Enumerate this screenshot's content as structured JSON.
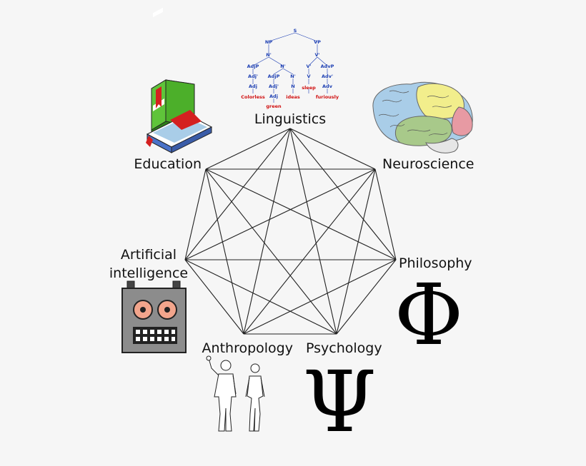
{
  "disciplines": [
    {
      "id": "linguistics",
      "label": "Linguistics"
    },
    {
      "id": "neuroscience",
      "label": "Neuroscience"
    },
    {
      "id": "philosophy",
      "label": "Philosophy"
    },
    {
      "id": "psychology",
      "label": "Psychology"
    },
    {
      "id": "anthropology",
      "label": "Anthropology"
    },
    {
      "id": "ai",
      "label_line1": "Artificial",
      "label_line2": "intelligence"
    },
    {
      "id": "education",
      "label": "Education"
    }
  ],
  "syntax_tree": {
    "nodes": [
      "S",
      "NP",
      "VP",
      "N'",
      "V'",
      "AdjP",
      "N'",
      "V'",
      "AdvP",
      "Adj'",
      "AdjP",
      "N'",
      "V",
      "Adv'",
      "Adj",
      "Adj'",
      "N",
      "Adv",
      "Adj"
    ],
    "leaves": [
      "Colorless",
      "green",
      "ideas",
      "sleep",
      "furiously"
    ]
  },
  "symbols": {
    "philosophy": "Φ",
    "psychology": "Ψ"
  },
  "colors": {
    "edge": "#222222",
    "tree_node": "#1d3fb3",
    "tree_leaf": "#d01010",
    "brain_blue": "#a9cde8",
    "brain_yellow": "#f2ee8c",
    "brain_green": "#a8c98a",
    "brain_pink": "#e79aa3",
    "robot_body": "#8c8c8c",
    "robot_eye": "#f2a58c",
    "book_green": "#4caf2a",
    "book_red": "#d42020"
  },
  "icons": [
    "syntax-tree-icon",
    "brain-icon",
    "phi-symbol-icon",
    "psi-symbol-icon",
    "human-figures-icon",
    "robot-icon",
    "books-icon"
  ]
}
